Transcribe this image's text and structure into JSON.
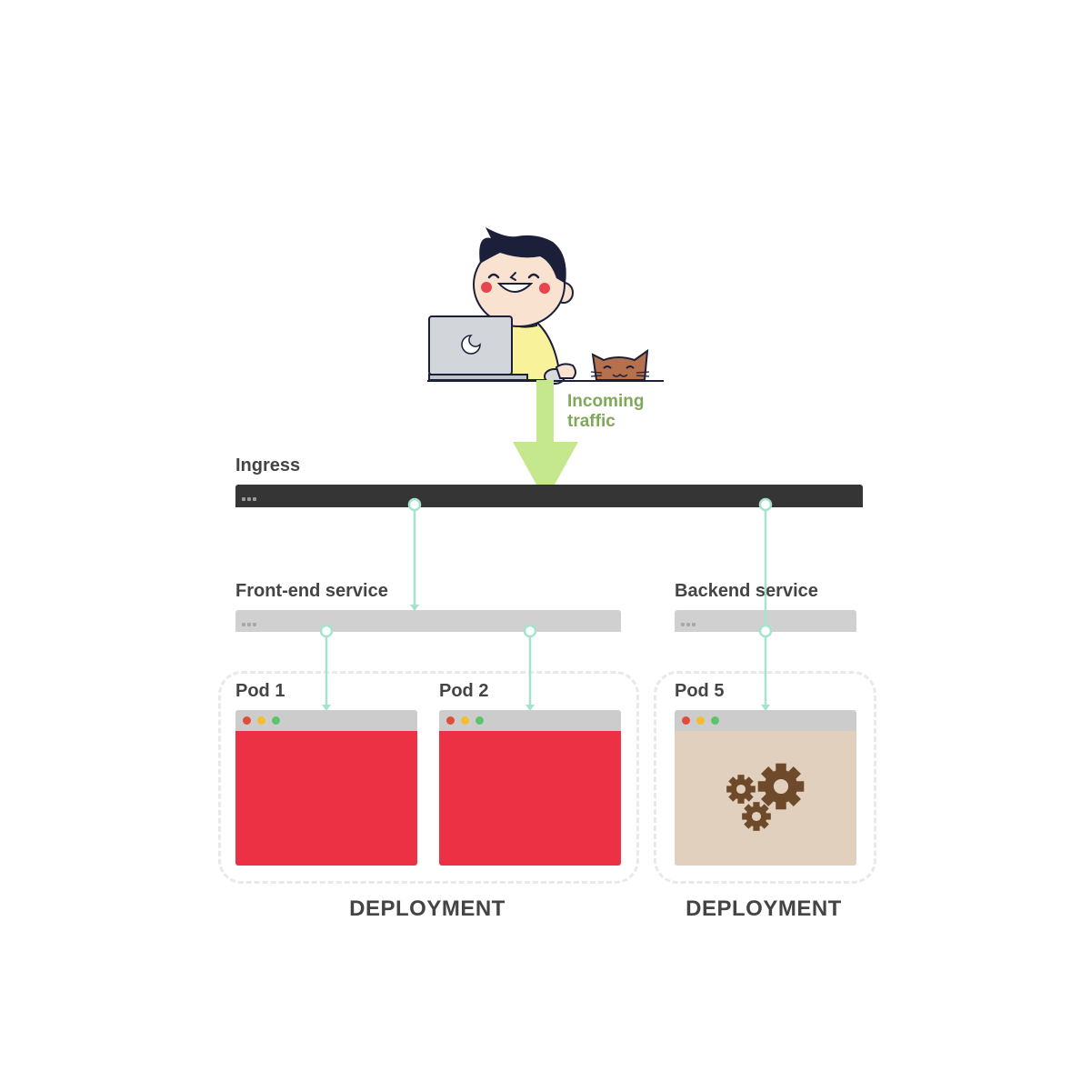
{
  "diagram": {
    "traffic_label_line1": "Incoming",
    "traffic_label_line2": "traffic",
    "ingress_label": "Ingress",
    "frontend_service_label": "Front-end service",
    "backend_service_label": "Backend service",
    "pods": [
      {
        "label": "Pod 1",
        "kind": "frontend"
      },
      {
        "label": "Pod 2",
        "kind": "frontend"
      },
      {
        "label": "Pod 5",
        "kind": "backend",
        "icon": "gears-icon"
      }
    ],
    "deployments": [
      {
        "label": "DEPLOYMENT"
      },
      {
        "label": "DEPLOYMENT"
      }
    ]
  },
  "colors": {
    "ingress_bar": "#353535",
    "service_bar": "#d0d0d0",
    "connector": "#a6e3cf",
    "traffic_arrow": "#c5e88f",
    "traffic_text": "#7fa85a",
    "frontend_pod": "#ec3144",
    "backend_pod": "#e2d0bf",
    "gear": "#6e4a2a",
    "light_red": "#e14c3b",
    "light_yellow": "#f3bd2f",
    "light_green": "#5cc56b"
  }
}
